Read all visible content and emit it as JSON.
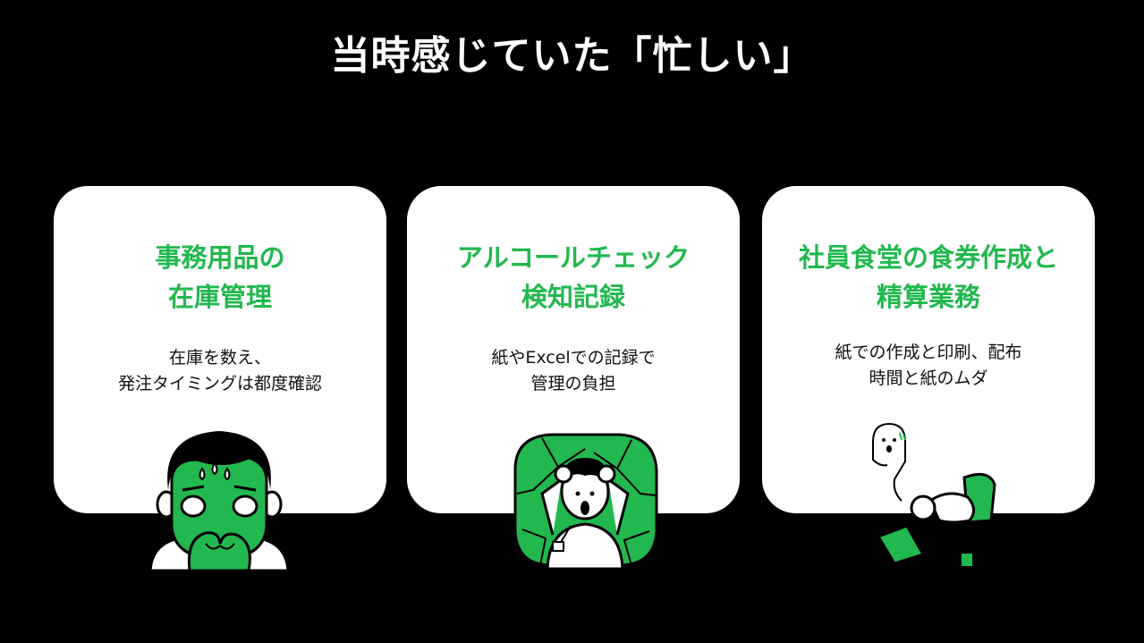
{
  "title": "当時感じていた「忙しい」",
  "colors": {
    "accent": "#22b84f",
    "background": "#000000",
    "card": "#ffffff"
  },
  "cards": [
    {
      "heading": [
        "事務用品の",
        "在庫管理"
      ],
      "body": [
        "在庫を数え、",
        "発注タイミングは都度確認"
      ],
      "icon": "worried-person-illustration"
    },
    {
      "heading": [
        "アルコールチェック",
        "検知記録"
      ],
      "body": [
        "紙やExcelでの記録で",
        "管理の負担"
      ],
      "icon": "shocked-person-illustration"
    },
    {
      "heading": [
        "社員食堂の食券作成と",
        "精算業務"
      ],
      "body": [
        "紙での作成と印刷、配布",
        "時間と紙のムダ"
      ],
      "icon": "exhausted-worker-illustration"
    }
  ]
}
